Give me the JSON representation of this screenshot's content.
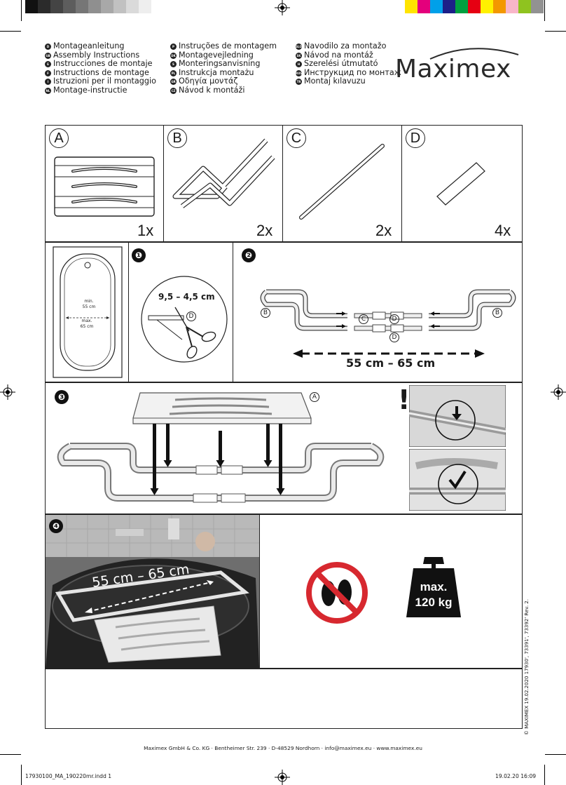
{
  "languages_col1": [
    "Montageanleitung",
    "Assembly Instructions",
    "Instrucciones de montaje",
    "Instructions de montage",
    "Istruzioni per il montaggio",
    "Montage-instructie"
  ],
  "badges_col1": [
    "D",
    "GB",
    "E",
    "F",
    "I",
    "NL"
  ],
  "languages_col2": [
    "Instruções de montagem",
    "Montagevejledning",
    "Monteringsanvisning",
    "Instrukcja montażu",
    "Οδηγία μοντάζ",
    "Návod k montáži"
  ],
  "badges_col2": [
    "P",
    "DK",
    "S",
    "PL",
    "GR",
    "CZ"
  ],
  "languages_col3": [
    "Navodilo za montažo",
    "Návod na montáž",
    "Szerelési útmutató",
    "Инструкцид по монтаж",
    "Montaj kılavuzu"
  ],
  "badges_col3": [
    "SLO",
    "SK",
    "H",
    "RUS",
    "TR"
  ],
  "brand": "Maximex",
  "parts": [
    {
      "letter": "A",
      "qty": "1x"
    },
    {
      "letter": "B",
      "qty": "2x"
    },
    {
      "letter": "C",
      "qty": "2x"
    },
    {
      "letter": "D",
      "qty": "4x"
    }
  ],
  "tub_labels": {
    "min": "min.",
    "min_val": "55 cm",
    "max": "max.",
    "max_val": "65 cm"
  },
  "steps": [
    "❶",
    "❷",
    "❸",
    "❹"
  ],
  "step1_measure": "9,5 – 4,5 cm",
  "step2_labels": {
    "b": "B",
    "c": "C",
    "d": "D"
  },
  "range": "55 cm – 65 cm",
  "step3_label": "A",
  "warning": "!",
  "weight": {
    "line1": "max.",
    "line2": "120 kg"
  },
  "copyright": "© MAXIMEX 19.02.2020 17930', 73391', 73392' Rev. 2.",
  "footer": "Maximex GmbH & Co. KG · Bentheimer Str. 239 · D-48529 Nordhorn · info@maximex.eu · www.maximex.eu",
  "slug_left": "17930100_MA_190220mr.indd   1",
  "slug_right": "19.02.20   16:09",
  "colors": {
    "swatches_gray": [
      "#111111",
      "#2b2b2b",
      "#444444",
      "#5d5d5d",
      "#767676",
      "#8f8f8f",
      "#a8a8a8",
      "#c1c1c1",
      "#dadada",
      "#eeeeee"
    ],
    "swatches_color": [
      "#ffe400",
      "#e4007c",
      "#00a0e9",
      "#1d2088",
      "#00a040",
      "#e60012",
      "#fff100",
      "#f39800",
      "#f8b6c9",
      "#8fc31f",
      "#929292"
    ],
    "prohibition": "#d7282f"
  }
}
